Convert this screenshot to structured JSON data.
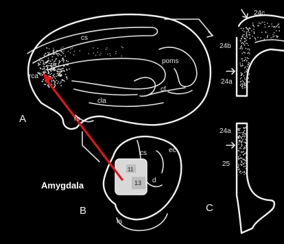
{
  "panels": {
    "a": "A",
    "b": "B",
    "c": "C"
  },
  "callout": {
    "label": "Amygdala",
    "arrow_color": "#e0141a"
  },
  "brain_labels": {
    "cs": "cs",
    "rca": "rca",
    "poms": "poms",
    "cf": "cf",
    "cla": "cla",
    "rs": "rs"
  },
  "section_labels": {
    "cs": "cs",
    "ec": "ec",
    "d": "d",
    "rs": "rs",
    "n13": "13",
    "n11": "11"
  },
  "cortex_labels": {
    "24c": "24c",
    "24b": "24b",
    "24a_upper": "24a",
    "24a_lower": "24a",
    "25": "25"
  },
  "colors": {
    "background": "#000000",
    "line": "#f2f2f2",
    "dots": "#dcdcdc",
    "highlight": "#e0141a"
  }
}
